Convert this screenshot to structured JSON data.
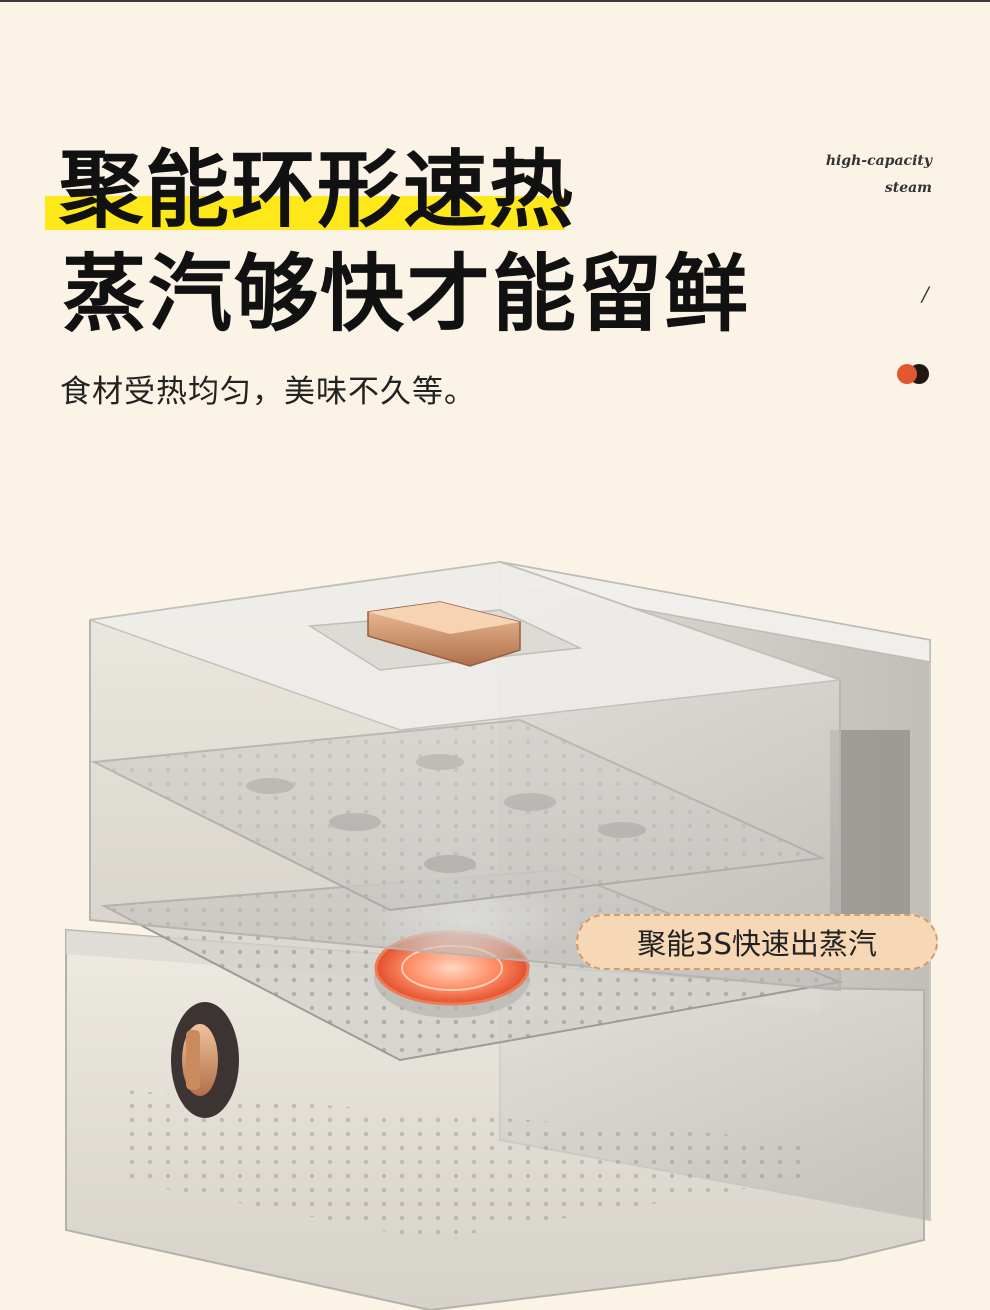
{
  "headline": {
    "line1": "聚能环形速热",
    "line2": "蒸汽够快才能留鲜"
  },
  "subheadline": "食材受热均匀，美味不久等。",
  "tagline": {
    "line1": "high-capacity",
    "line2": "steam"
  },
  "slash": "/",
  "callout": "聚能3S快速出蒸汽",
  "colors": {
    "background": "#faf3e6",
    "highlight": "#ffe81a",
    "accent_orange": "#e4562f",
    "callout_fill": "#f7d8b6",
    "copper": "#c98a5e"
  },
  "icons": {
    "dots": "orange-black-dots-icon"
  }
}
